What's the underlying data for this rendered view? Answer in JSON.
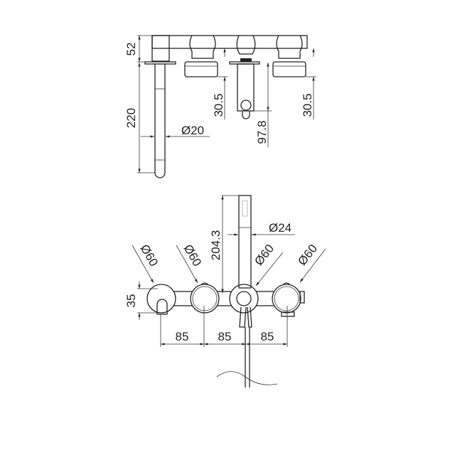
{
  "side_view": {
    "dims": {
      "height_top": "52",
      "spout_length": "220",
      "spout_diameter": "Ø20",
      "handle_left": "30.5",
      "diverter": "97.8",
      "handle_right": "30.5"
    }
  },
  "front_view": {
    "dims": {
      "handle1_diameter": "Ø60",
      "handle2_diameter": "Ø60",
      "handle3_diameter": "Ø60",
      "handle4_diameter": "Ø60",
      "shower_height": "204.3",
      "shower_diameter": "Ø24",
      "spout_offset": "35",
      "spacing1": "85",
      "spacing2": "85",
      "spacing3": "85"
    }
  },
  "colors": {
    "line": "#222222",
    "background": "#ffffff"
  }
}
